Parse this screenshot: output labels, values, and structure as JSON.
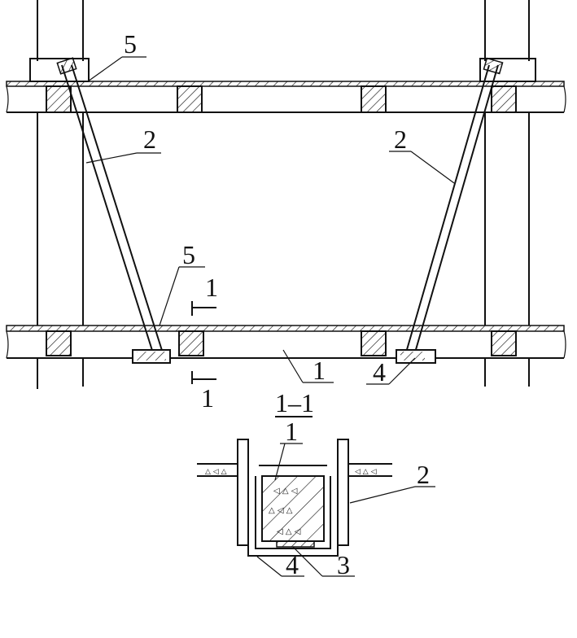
{
  "labels": {
    "plan_5_top": "5",
    "plan_5_mid": "5",
    "plan_2_left": "2",
    "plan_2_right": "2",
    "section_mark_top": "1",
    "section_mark_bottom": "1",
    "plan_1": "1",
    "plan_4": "4",
    "section_title": "1–1",
    "sec_1": "1",
    "sec_2": "2",
    "sec_3": "3",
    "sec_4": "4"
  },
  "colors": {
    "line": "#111111",
    "background": "#ffffff"
  }
}
